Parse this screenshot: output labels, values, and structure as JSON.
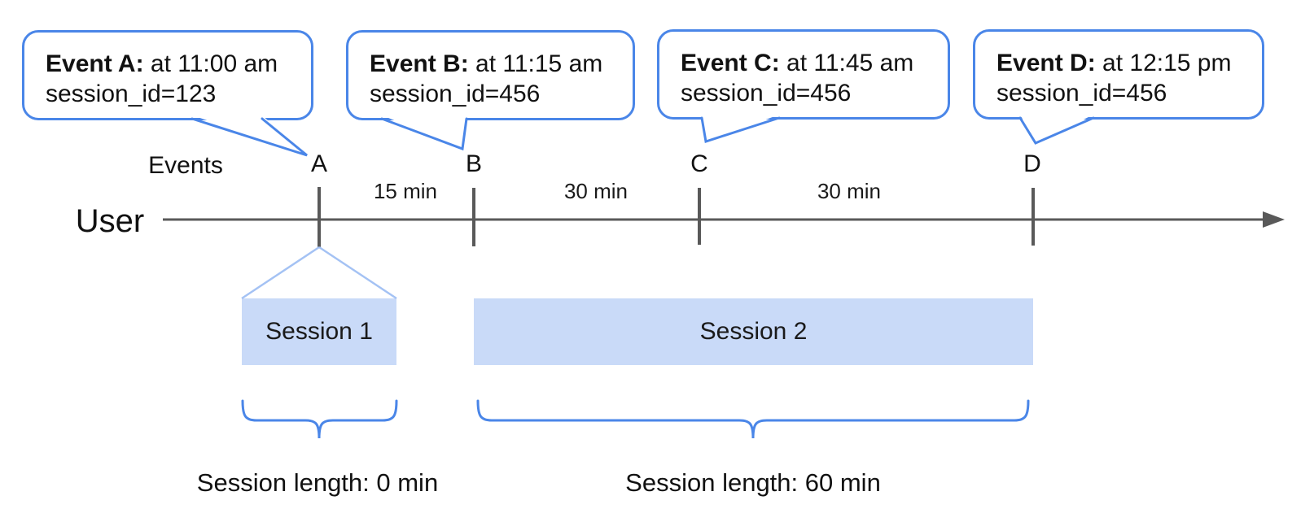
{
  "diagram": {
    "axis": {
      "events_label": "Events",
      "user_label": "User"
    },
    "timeline": {
      "markers": [
        "A",
        "B",
        "C",
        "D"
      ],
      "intervals": [
        "15 min",
        "30 min",
        "30 min"
      ]
    },
    "callouts": [
      {
        "event": "Event A:",
        "time": "at 11:00 am",
        "session_id": "session_id=123"
      },
      {
        "event": "Event B:",
        "time": "at 11:15 am",
        "session_id": "session_id=456"
      },
      {
        "event": "Event C:",
        "time": "at 11:45 am",
        "session_id": "session_id=456"
      },
      {
        "event": "Event D:",
        "time": "at 12:15 pm",
        "session_id": "session_id=456"
      }
    ],
    "sessions": [
      {
        "label": "Session 1",
        "length": "Session length: 0 min"
      },
      {
        "label": "Session 2",
        "length": "Session length: 60 min"
      }
    ],
    "colors": {
      "callout_border": "#4a86e8",
      "brace_stroke": "#4a86e8",
      "session_fill": "#c9daf8",
      "funnel_line": "#a4c2f4",
      "timeline_gray": "#595959"
    }
  }
}
